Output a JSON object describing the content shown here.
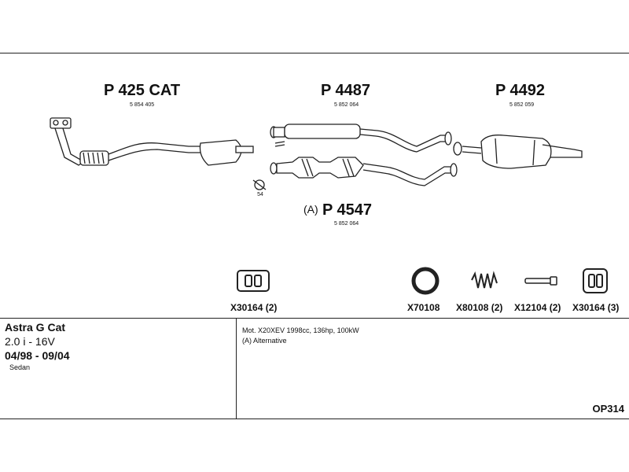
{
  "parts": {
    "p425": {
      "number": "P 425 CAT",
      "oem": "5 854 405"
    },
    "p4487": {
      "number": "P 4487",
      "oem": "5 852 064"
    },
    "p4492": {
      "number": "P 4492",
      "oem": "5 852 059"
    },
    "p4547": {
      "alt_prefix": "(A)",
      "number": "P 4547",
      "oem": "5 852 064"
    },
    "gasket_ref": "54"
  },
  "accessories": [
    {
      "code": "X30164 (2)",
      "icon": "rubber-hanger-icon"
    },
    {
      "code": "X70108",
      "icon": "ring-gasket-icon"
    },
    {
      "code": "X80108 (2)",
      "icon": "spring-icon"
    },
    {
      "code": "X12104 (2)",
      "icon": "bolt-icon"
    },
    {
      "code": "X30164 (3)",
      "icon": "rubber-hanger-icon"
    }
  ],
  "vehicle": {
    "model": "Astra G Cat",
    "engine": "2.0 i - 16V",
    "years": "04/98 - 09/04",
    "body": "Sedan"
  },
  "notes": {
    "line1": "Mot. X20XEV 1998cc, 136hp, 100kW",
    "line2": "(A) Alternative"
  },
  "diagram_code": "OP314"
}
